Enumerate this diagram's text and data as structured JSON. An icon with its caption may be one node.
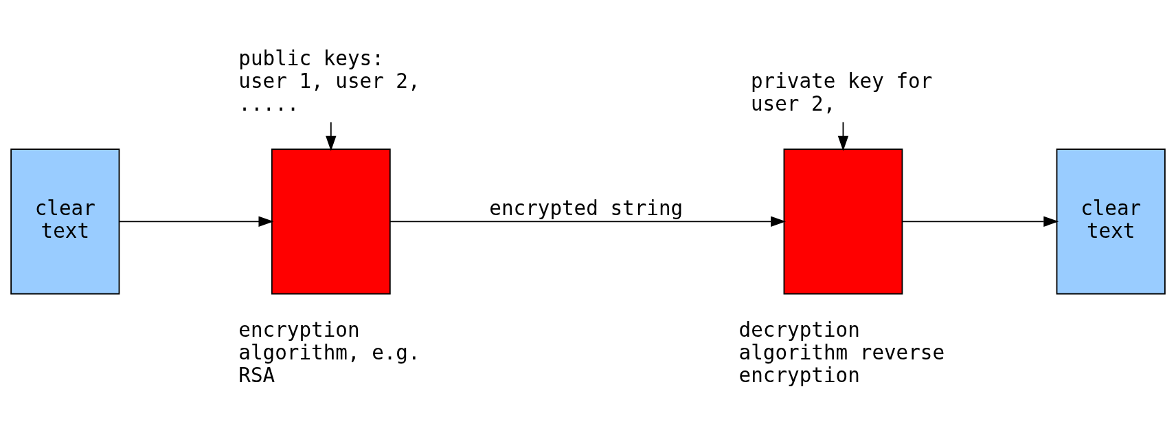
{
  "diagram": {
    "nodes": [
      {
        "text": [
          "clear text"
        ]
      },
      {
        "text": [
          "public keys: user 1, user 2, ....."
        ]
      },
      {
        "text": [],
        "shape": "box",
        "beside": [
          "encryption algorithm, e.g. RSA"
        ]
      },
      {
        "text": [
          "private key for user 2,"
        ]
      },
      {
        "text": [],
        "shape": "box",
        "beside": [
          "decryption algorithm reverse encryption"
        ]
      },
      {
        "text": [
          "clear text"
        ]
      }
    ],
    "edges": [
      {
        "from": 0,
        "to": 2,
        "arrow": "to"
      },
      {
        "from": 1,
        "to": 2,
        "arrow": "to"
      },
      {
        "from": 2,
        "to": 4,
        "arrow": "to",
        "label": "encrypted string"
      },
      {
        "from": 3,
        "to": 4,
        "arrow": "to"
      },
      {
        "from": 4,
        "to": 5,
        "arrow": "to"
      }
    ]
  }
}
